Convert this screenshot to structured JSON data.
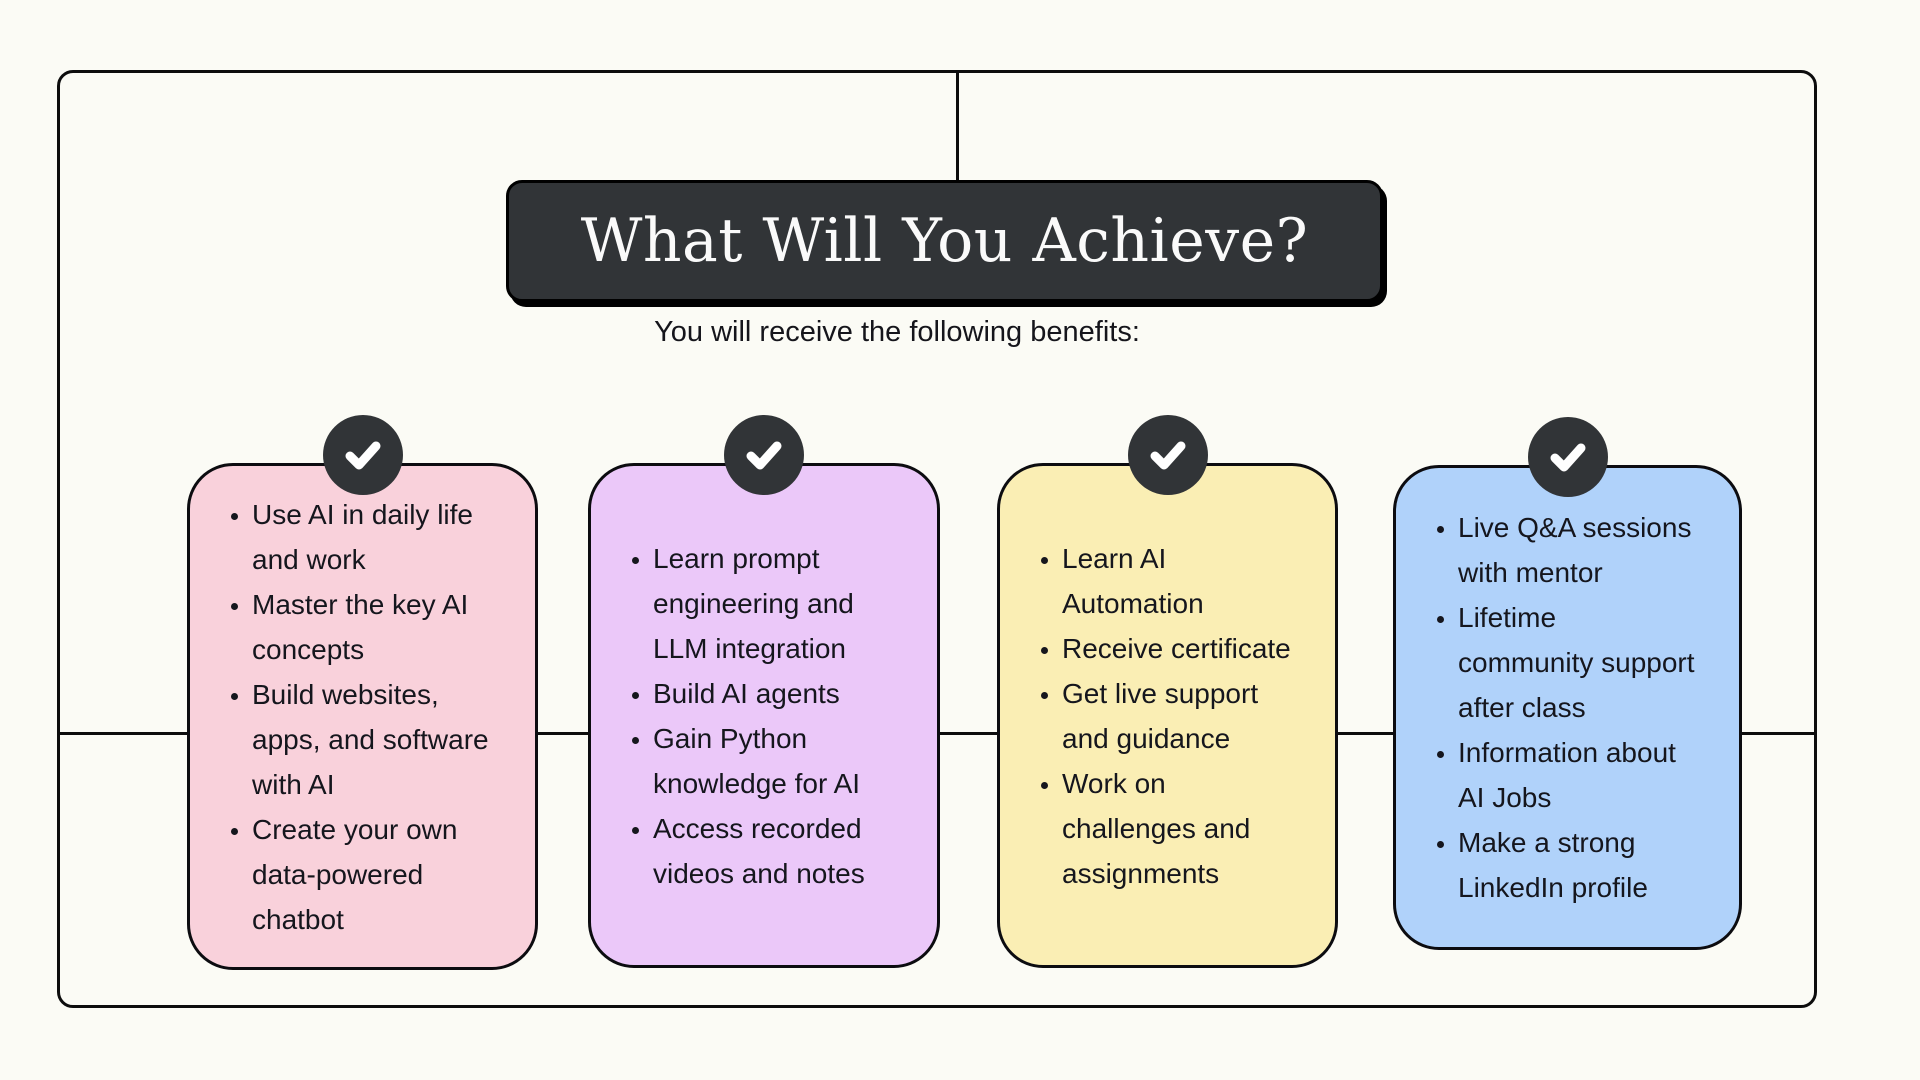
{
  "header": {
    "title": "What Will You Achieve?",
    "subtitle": "You will receive the following benefits:"
  },
  "cards": [
    {
      "name": "ai-everyday-skills",
      "color": "#f9d1db",
      "icon": "check-icon",
      "items": [
        "Use AI in daily life\nand work",
        "Master the key AI\nconcepts",
        "Build websites,\napps, and software\nwith AI",
        "Create your own\ndata-powered\nchatbot"
      ]
    },
    {
      "name": "prompt-engineering",
      "color": "#ebc8f9",
      "icon": "check-icon",
      "items": [
        "Learn prompt\nengineering and\nLLM integration",
        "Build AI agents",
        "Gain Python\nknowledge for AI",
        "Access recorded\nvideos and notes"
      ]
    },
    {
      "name": "automation-certificate",
      "color": "#faeeb4",
      "icon": "check-icon",
      "items": [
        "Learn AI\nAutomation",
        "Receive certificate",
        "Get live support\nand guidance",
        "Work on\nchallenges and\nassignments"
      ]
    },
    {
      "name": "community-career",
      "color": "#b0d2fa",
      "icon": "check-icon",
      "items": [
        "Live Q&A sessions\nwith mentor",
        "Lifetime\ncommunity support\nafter class",
        "Information about\nAI Jobs",
        "Make a strong\nLinkedIn profile"
      ]
    }
  ],
  "colors": {
    "background": "#fbfbf5",
    "banner_fill": "#313437",
    "banner_text": "#fafafa",
    "line": "#0d0d0d",
    "body_text": "#15161d"
  }
}
